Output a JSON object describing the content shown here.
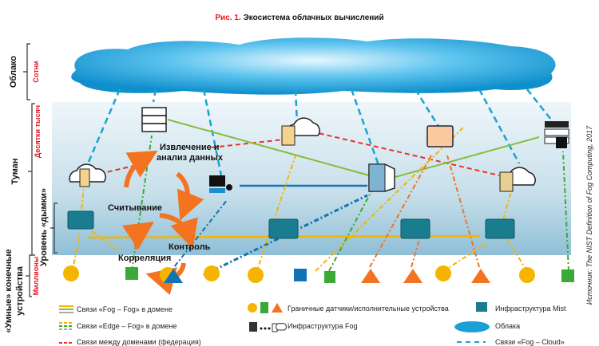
{
  "title": {
    "prefix": "Рис. 1.",
    "text": "Экосистема облачных вычислений"
  },
  "levels": {
    "cloud": {
      "label": "Облако",
      "count": "Сотни"
    },
    "fog": {
      "label": "Туман",
      "count": "Десятки тысяч"
    },
    "mist": {
      "label": "Уровень «дымки»"
    },
    "edge": {
      "label_line1": "«Умные» конечные",
      "label_line2": "устройства",
      "count": "Миллионы"
    }
  },
  "cycle": {
    "extract_line1": "Извлечение и",
    "extract_line2": "анализ данных",
    "read": "Считывание",
    "control": "Контроль",
    "correlation": "Корреляция"
  },
  "legend": {
    "fog_fog": "Связи «Fog – Fog» в домене",
    "edge_fog": "Связи «Edge – Fog» в домене",
    "federation": "Связи между доменами (федерация)",
    "sensors": "Граничные датчики/исполнительные устройства",
    "fog_infra": "Инфраструктура Fog",
    "mist_infra": "Инфраструктура Mist",
    "clouds": "Облака",
    "fog_cloud": "Связи «Fog – Cloud»"
  },
  "source": "Источник: The NIST Definition of Fog Computing, 2017",
  "colors": {
    "accent_red": "#e8141c",
    "cloud_blue": "#1a9fd6",
    "fog_cloud_link": "#1aa3cf",
    "orange": "#f47321",
    "yellow": "#f5b400",
    "green": "#3aa935",
    "lime": "#86bd3a",
    "dark_blue": "#1273b4"
  }
}
